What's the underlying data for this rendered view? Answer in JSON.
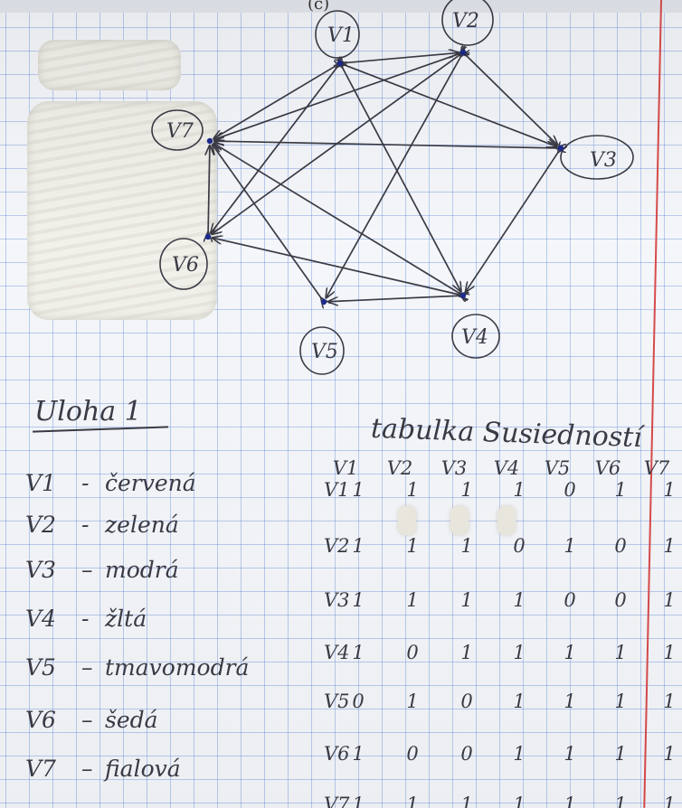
{
  "top_fragment": "(c)",
  "graph": {
    "vertices": [
      {
        "id": "v1",
        "label": "V1"
      },
      {
        "id": "v2",
        "label": "V2"
      },
      {
        "id": "v3",
        "label": "V3"
      },
      {
        "id": "v4",
        "label": "V4"
      },
      {
        "id": "v5",
        "label": "V5"
      },
      {
        "id": "v6",
        "label": "V6"
      },
      {
        "id": "v7",
        "label": "V7"
      }
    ],
    "edges": [
      [
        "v1",
        "v2"
      ],
      [
        "v1",
        "v3"
      ],
      [
        "v1",
        "v4"
      ],
      [
        "v1",
        "v6"
      ],
      [
        "v1",
        "v7"
      ],
      [
        "v2",
        "v3"
      ],
      [
        "v2",
        "v5"
      ],
      [
        "v2",
        "v6"
      ],
      [
        "v2",
        "v7"
      ],
      [
        "v3",
        "v4"
      ],
      [
        "v3",
        "v7"
      ],
      [
        "v4",
        "v5"
      ],
      [
        "v4",
        "v6"
      ],
      [
        "v4",
        "v7"
      ],
      [
        "v5",
        "v7"
      ],
      [
        "v6",
        "v7"
      ]
    ]
  },
  "task": {
    "title": "Uloha 1"
  },
  "legend": [
    {
      "vertex": "V1",
      "dash": "-",
      "color": "červená"
    },
    {
      "vertex": "V2",
      "dash": "-",
      "color": "zelená"
    },
    {
      "vertex": "V3",
      "dash": "–",
      "color": "modrá"
    },
    {
      "vertex": "V4",
      "dash": "-",
      "color": "žltá"
    },
    {
      "vertex": "V5",
      "dash": "–",
      "color": "tmavomodrá"
    },
    {
      "vertex": "V6",
      "dash": "–",
      "color": "šedá"
    },
    {
      "vertex": "V7",
      "dash": "–",
      "color": "fialová"
    }
  ],
  "table": {
    "title": "tabulka Susiedností",
    "columns": [
      "V1",
      "V2",
      "V3",
      "V4",
      "V5",
      "V6",
      "V7"
    ],
    "rows": [
      {
        "label": "V1",
        "values": [
          "1",
          "1",
          "1",
          "1",
          "0",
          "1",
          "1"
        ]
      },
      {
        "label": "V2",
        "values": [
          "1",
          "1",
          "1",
          "0",
          "1",
          "0",
          "1"
        ]
      },
      {
        "label": "V3",
        "values": [
          "1",
          "1",
          "1",
          "1",
          "0",
          "0",
          "1"
        ]
      },
      {
        "label": "V4",
        "values": [
          "1",
          "0",
          "1",
          "1",
          "1",
          "1",
          "1"
        ]
      },
      {
        "label": "V5",
        "values": [
          "0",
          "1",
          "0",
          "1",
          "1",
          "1",
          "1"
        ]
      },
      {
        "label": "V6",
        "values": [
          "1",
          "0",
          "0",
          "1",
          "1",
          "1",
          "1"
        ]
      },
      {
        "label": "V7",
        "values": [
          "1",
          "1",
          "1",
          "1",
          "1",
          "1",
          "1"
        ]
      }
    ]
  },
  "colors": {
    "ink": "#3b3b46",
    "grid": "#5884d6",
    "margin": "#d84b4b",
    "paint": "#f1f0ea",
    "paper": "#f4f6fa",
    "node_dot": "#1e2a8c"
  }
}
